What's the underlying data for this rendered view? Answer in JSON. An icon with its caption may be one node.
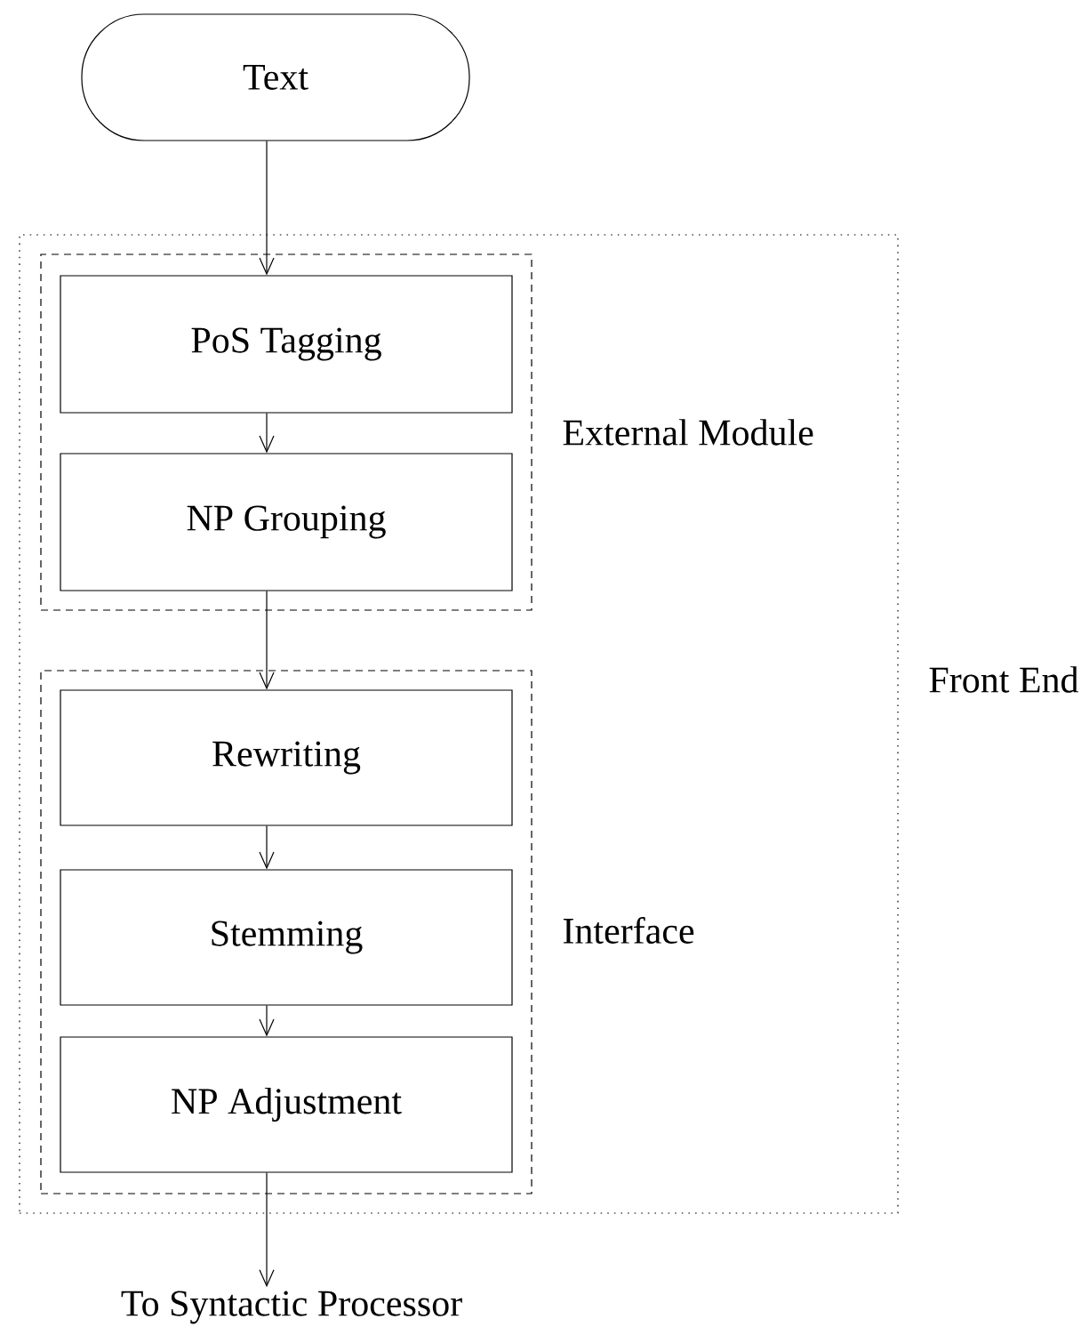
{
  "diagram": {
    "nodes": [
      {
        "text": [
          "Text"
        ]
      },
      {
        "text": [
          "Front End"
        ]
      },
      {
        "text": [
          "External Module"
        ],
        "in": 1
      },
      {
        "text": [
          "PoS Tagging"
        ],
        "in": 2
      },
      {
        "text": [
          "NP Grouping"
        ],
        "in": 2
      },
      {
        "text": [
          "Interface"
        ],
        "in": 1
      },
      {
        "text": [
          "Rewriting"
        ],
        "in": 5
      },
      {
        "text": [
          "Stemming"
        ],
        "in": 5
      },
      {
        "text": [
          "NP Adjustment"
        ],
        "in": 5
      },
      {
        "text": [
          "To Syntactic Processor"
        ]
      }
    ],
    "edges": [
      {
        "from": 0,
        "to": 3,
        "arrow": "to"
      },
      {
        "from": 3,
        "to": 4,
        "arrow": "to"
      },
      {
        "from": 4,
        "to": 6,
        "arrow": "to"
      },
      {
        "from": 6,
        "to": 7,
        "arrow": "to"
      },
      {
        "from": 7,
        "to": 8,
        "arrow": "to"
      },
      {
        "from": 8,
        "to": 9,
        "arrow": "to"
      }
    ]
  }
}
